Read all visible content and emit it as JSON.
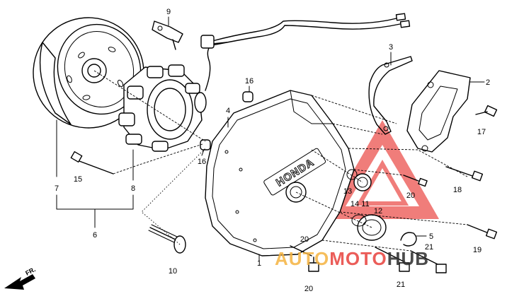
{
  "diagram": {
    "front_marker": "FR.",
    "case_emblem": "HONDA",
    "callouts": [
      {
        "id": "callout-1",
        "label": "1"
      },
      {
        "id": "callout-2",
        "label": "2"
      },
      {
        "id": "callout-3",
        "label": "3"
      },
      {
        "id": "callout-4",
        "label": "4"
      },
      {
        "id": "callout-5",
        "label": "5"
      },
      {
        "id": "callout-6",
        "label": "6"
      },
      {
        "id": "callout-7",
        "label": "7"
      },
      {
        "id": "callout-8",
        "label": "8"
      },
      {
        "id": "callout-9",
        "label": "9"
      },
      {
        "id": "callout-10",
        "label": "10"
      },
      {
        "id": "callout-11",
        "label": "11"
      },
      {
        "id": "callout-12",
        "label": "12"
      },
      {
        "id": "callout-13",
        "label": "13"
      },
      {
        "id": "callout-14",
        "label": "14"
      },
      {
        "id": "callout-15",
        "label": "15"
      },
      {
        "id": "callout-16a",
        "label": "16"
      },
      {
        "id": "callout-16b",
        "label": "16"
      },
      {
        "id": "callout-17",
        "label": "17"
      },
      {
        "id": "callout-18",
        "label": "18"
      },
      {
        "id": "callout-19",
        "label": "19"
      },
      {
        "id": "callout-20a",
        "label": "20"
      },
      {
        "id": "callout-20b",
        "label": "20"
      },
      {
        "id": "callout-20c",
        "label": "20"
      },
      {
        "id": "callout-21a",
        "label": "21"
      },
      {
        "id": "callout-21b",
        "label": "21"
      }
    ]
  },
  "watermark": {
    "part1": "AUTO",
    "part2": "MOTO",
    "part3": "HUB",
    "color_primary": "#e8413c",
    "color_accent": "#f5b340",
    "color_dark": "#2c2c2c"
  }
}
